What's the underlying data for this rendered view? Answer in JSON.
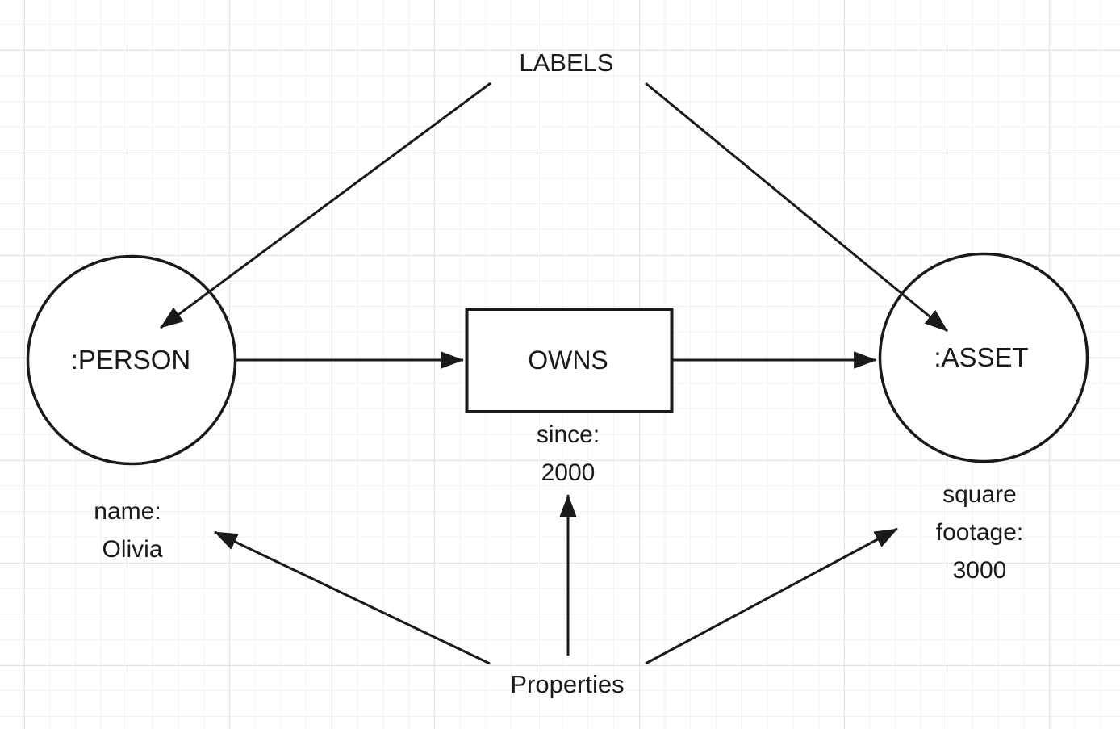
{
  "diagram": {
    "annotations": {
      "labels_title": "LABELS",
      "properties_title": "Properties"
    },
    "nodes": [
      {
        "id": "person",
        "label": ":PERSON",
        "property_lines": [
          "name:",
          "Olivia"
        ]
      },
      {
        "id": "asset",
        "label": ":ASSET",
        "property_lines": [
          "square",
          "footage:",
          "3000"
        ]
      }
    ],
    "relationship": {
      "label": "OWNS",
      "property_lines": [
        "since:",
        "2000"
      ]
    },
    "colors": {
      "shape_stroke": "#1a1a1a",
      "text": "#1a1a1a",
      "shape_fill": "#ffffff",
      "canvas_background": "#ffffff",
      "grid_minor": "#f1f1f1",
      "grid_major": "#e3e3e3"
    }
  }
}
